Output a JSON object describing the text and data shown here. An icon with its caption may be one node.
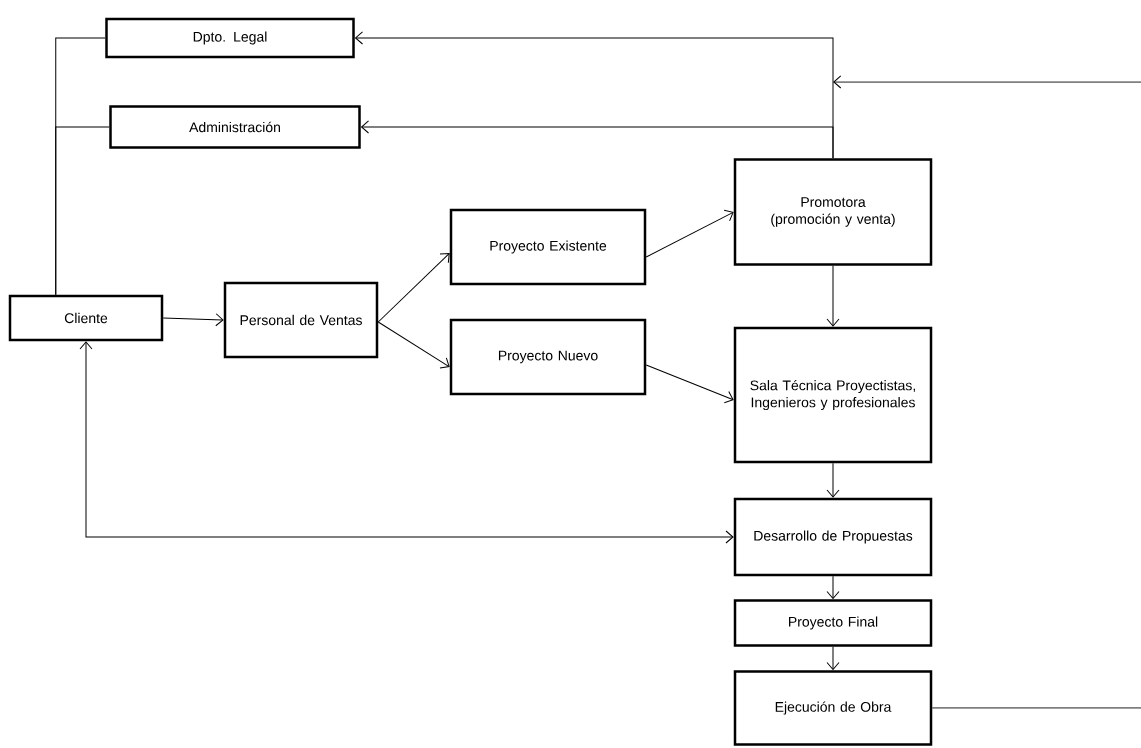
{
  "diagram": {
    "nodes": [
      {
        "text": [
          "Dpto. Legal"
        ]
      },
      {
        "text": [
          "Administración"
        ]
      },
      {
        "text": [
          "Cliente"
        ]
      },
      {
        "text": [
          "Personal de Ventas"
        ]
      },
      {
        "text": [
          "Proyecto Existente"
        ]
      },
      {
        "text": [
          "Proyecto Nuevo"
        ]
      },
      {
        "text": [
          "Promotora (promoción y venta)"
        ]
      },
      {
        "text": [
          "Sala Técnica Proyectistas, Ingenieros y profesionales"
        ]
      },
      {
        "text": [
          "Desarrollo de Propuestas"
        ]
      },
      {
        "text": [
          "Proyecto Final"
        ]
      },
      {
        "text": [
          "Ejecución de Obra"
        ]
      }
    ],
    "edges": [
      {
        "from": 2,
        "to": 0,
        "arrow": "none"
      },
      {
        "from": 2,
        "to": 1,
        "arrow": "none"
      },
      {
        "from": 6,
        "to": 0,
        "arrow": "to"
      },
      {
        "from": 6,
        "to": 1,
        "arrow": "to"
      },
      {
        "from": null,
        "to": 6,
        "arrow": "to"
      },
      {
        "from": 2,
        "to": 3,
        "arrow": "to"
      },
      {
        "from": 3,
        "to": 4,
        "arrow": "to"
      },
      {
        "from": 3,
        "to": 5,
        "arrow": "to"
      },
      {
        "from": 4,
        "to": 6,
        "arrow": "to"
      },
      {
        "from": 5,
        "to": 7,
        "arrow": "to"
      },
      {
        "from": 6,
        "to": 7,
        "arrow": "to"
      },
      {
        "from": 7,
        "to": 8,
        "arrow": "to"
      },
      {
        "from": 8,
        "to": 9,
        "arrow": "to"
      },
      {
        "from": 9,
        "to": 10,
        "arrow": "to"
      },
      {
        "from": 10,
        "to": null,
        "arrow": "none"
      },
      {
        "from": 2,
        "to": 8,
        "arrow": "both"
      }
    ]
  }
}
